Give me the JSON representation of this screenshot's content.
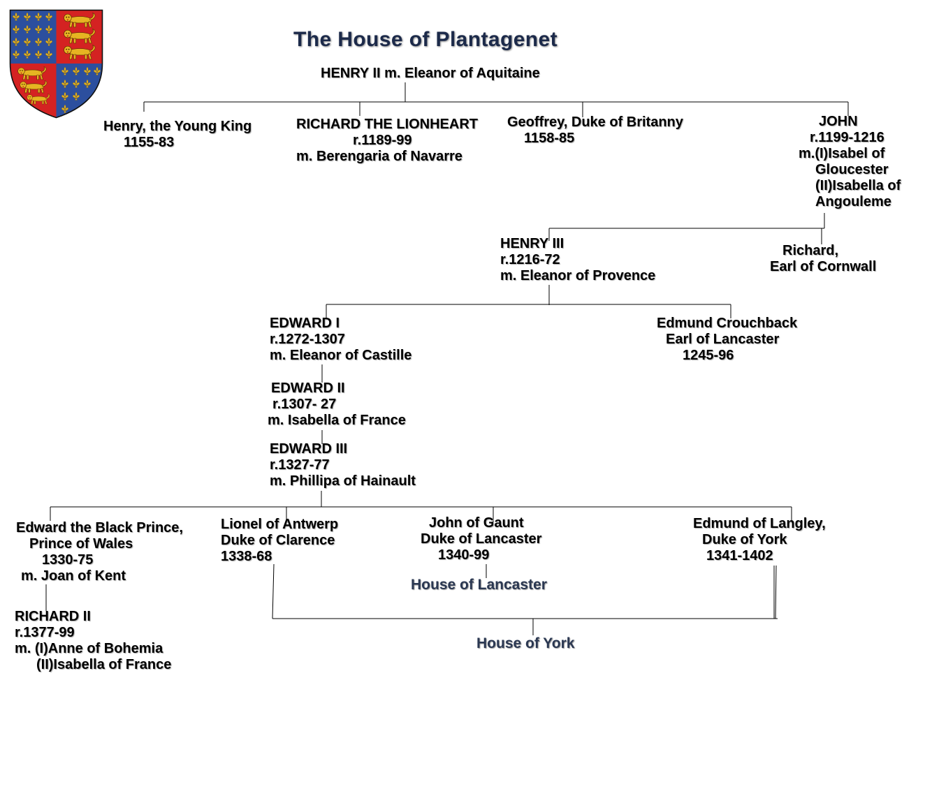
{
  "title": "The House of Plantagenet",
  "people": {
    "henry_ii": [
      "HENRY II m. Eleanor of Aquitaine"
    ],
    "henry_young_king": [
      "Henry, the Young King",
      "1155-83"
    ],
    "richard_i": [
      "RICHARD THE LIONHEART",
      "r.1189-99",
      "m. Berengaria of Navarre"
    ],
    "geoffrey": [
      "Geoffrey, Duke of Britanny",
      "1158-85"
    ],
    "john": [
      "JOHN",
      "r.1199-1216",
      "m.(I)Isabel of",
      "Gloucester",
      "(II)Isabella of",
      "Angouleme"
    ],
    "henry_iii": [
      "HENRY III",
      "r.1216-72",
      "m. Eleanor of Provence"
    ],
    "richard_cornwall": [
      "Richard,",
      "Earl of Cornwall"
    ],
    "edward_i": [
      "EDWARD I",
      "r.1272-1307",
      "m. Eleanor of Castille"
    ],
    "edmund_crouchback": [
      "Edmund Crouchback",
      "Earl of Lancaster",
      "1245-96"
    ],
    "edward_ii": [
      "EDWARD II",
      "r.1307- 27",
      "m. Isabella of France"
    ],
    "edward_iii": [
      "EDWARD III",
      "r.1327-77",
      "m. Phillipa of Hainault"
    ],
    "black_prince": [
      "Edward the Black Prince,",
      "Prince of Wales",
      "1330-75",
      "m. Joan of Kent"
    ],
    "richard_ii": [
      "RICHARD II",
      "r.1377-99",
      "m. (I)Anne of Bohemia",
      "(II)Isabella of France"
    ],
    "lionel": [
      "Lionel of Antwerp",
      "Duke of Clarence",
      "1338-68"
    ],
    "john_of_gaunt": [
      "John of Gaunt",
      "Duke of Lancaster",
      "1340-99"
    ],
    "edmund_langley": [
      "Edmund of Langley,",
      "Duke of York",
      "1341-1402"
    ]
  },
  "labels": {
    "house_of_lancaster": "House of Lancaster",
    "house_of_york": "House of York"
  },
  "coat_of_arms": {
    "icons": [
      "fleur-de-lis-icon",
      "lion-icon"
    ],
    "colors": {
      "azure": "#2c4f9e",
      "gules": "#d42222",
      "or": "#e6b422"
    }
  },
  "colors": {
    "title": "#1c2a4a",
    "text": "#000000",
    "house_label": "#2b3852",
    "background": "#ffffff"
  }
}
